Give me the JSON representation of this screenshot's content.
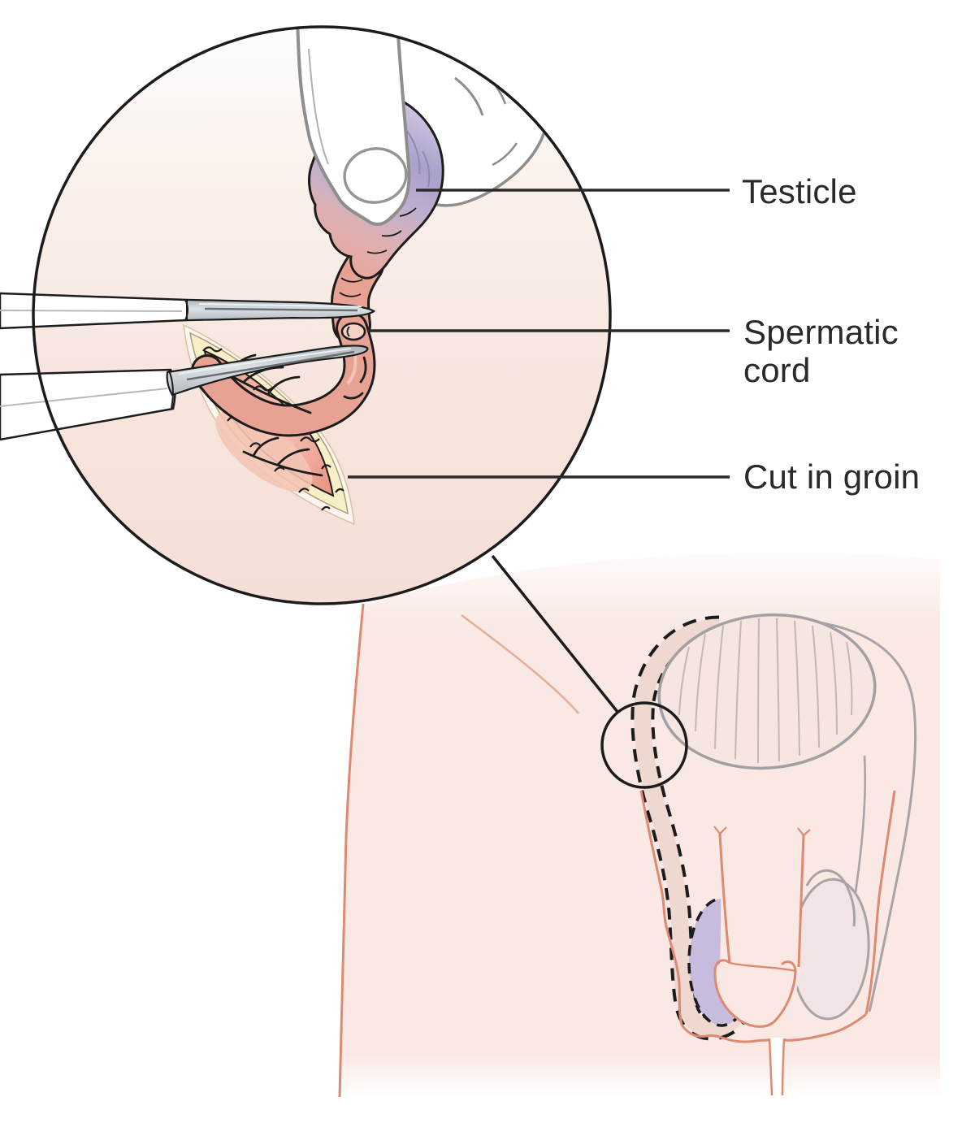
{
  "figure": {
    "kind": "Medical illustration - removal of a testicle through a cut in the groin",
    "callouts": [
      {
        "label": "Testicle"
      },
      {
        "label": "Spermatic cord"
      },
      {
        "label": "Cut in groin"
      }
    ],
    "palette": {
      "skin": "#f9e8e3",
      "skin_outline": "#dd8a70",
      "fat_yellow": "#f8eec8",
      "incision_tissue": "#eda392",
      "testicle_blue_purple": "#aaa1cb",
      "testicle_highlight_purple": "#c7bcde",
      "instrument_metal": "#c6ccd1",
      "glove_outline": "#8e8e8e",
      "line_black": "#1c1c1c",
      "label_text": "#2a2a2a"
    }
  }
}
